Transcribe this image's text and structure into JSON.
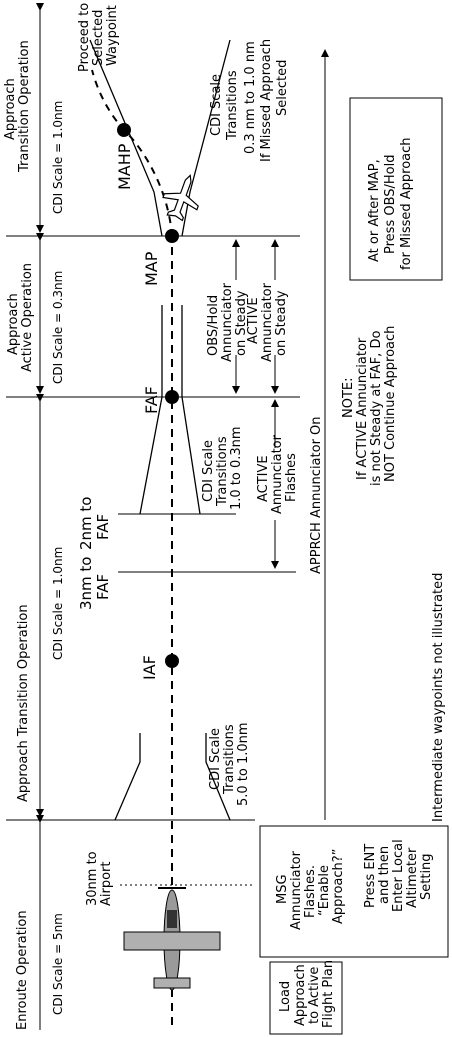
{
  "phases": {
    "enroute": {
      "title": "Enroute Operation",
      "scale": "CDI Scale = 5nm"
    },
    "approach_transition": {
      "title": "Approach Transition Operation",
      "scale": "CDI Scale = 1.0nm"
    },
    "approach_active": {
      "title_line1": "Approach",
      "title_line2": "Active Operation",
      "scale": "CDI Scale = 0.3nm"
    },
    "missed_transition": {
      "title_line1": "Approach",
      "title_line2": "Transition Operation",
      "scale": "CDI Scale = 1.0nm"
    }
  },
  "waypoints": {
    "thirty_nm": {
      "line1": "30nm to",
      "line2": "Airport"
    },
    "iaf": "IAF",
    "three_nm": {
      "line1": "3nm to",
      "line2": "FAF"
    },
    "two_nm": {
      "line1": "2nm to",
      "line2": "FAF"
    },
    "faf": "FAF",
    "map": "MAP",
    "mahp": "MAHP",
    "proceed": {
      "line1": "Proceed to",
      "line2": "Selected",
      "line3": "Waypoint"
    }
  },
  "notes": {
    "cdi_5_to_1": {
      "line1": "CDI Scale",
      "line2": "Transitions",
      "line3": "5.0 to 1.0nm"
    },
    "cdi_1_to_03": {
      "line1": "CDI Scale",
      "line2": "Transitions",
      "line3": "1.0 to 0.3nm"
    },
    "cdi_missed": {
      "line1": "CDI Scale",
      "line2": "Transitions",
      "line3": "0.3 nm to 1.0 nm",
      "line4": "If Missed Approach",
      "line5": "Selected"
    },
    "active_flashes": {
      "line1": "ACTIVE",
      "line2": "Annunciator",
      "line3": "Flashes"
    },
    "obs_hold": {
      "line1": "OBS/Hold",
      "line2": "Annunciator",
      "line3": "on Steady"
    },
    "active_steady": {
      "line1": "ACTIVE",
      "line2": "Annunciator",
      "line3": "on Steady"
    },
    "apprch_on": "APPRCH Annunciator On",
    "note_block": {
      "line1": "NOTE:",
      "line2": "If ACTIVE Annunciator",
      "line3": "is not Steady at FAF, Do",
      "line4": "NOT Continue Approach"
    },
    "intermediate": "Intermediate waypoints not illustrated"
  },
  "boxes": {
    "load": {
      "line1": "Load",
      "line2": "Approach",
      "line3": "to Active",
      "line4": "Flight Plan"
    },
    "msg": {
      "line1": "MSG",
      "line2": "Annunciator",
      "line3": "Flashes.",
      "line4": "“Enable",
      "line5": "Approach?”",
      "line6": "Press ENT",
      "line7": "and then",
      "line8": "Enter Local",
      "line9": "Altimeter",
      "line10": "Setting"
    },
    "obs": {
      "line1": "At or After MAP,",
      "line2": "Press OBS/Hold",
      "line3": "for Missed Approach"
    }
  }
}
